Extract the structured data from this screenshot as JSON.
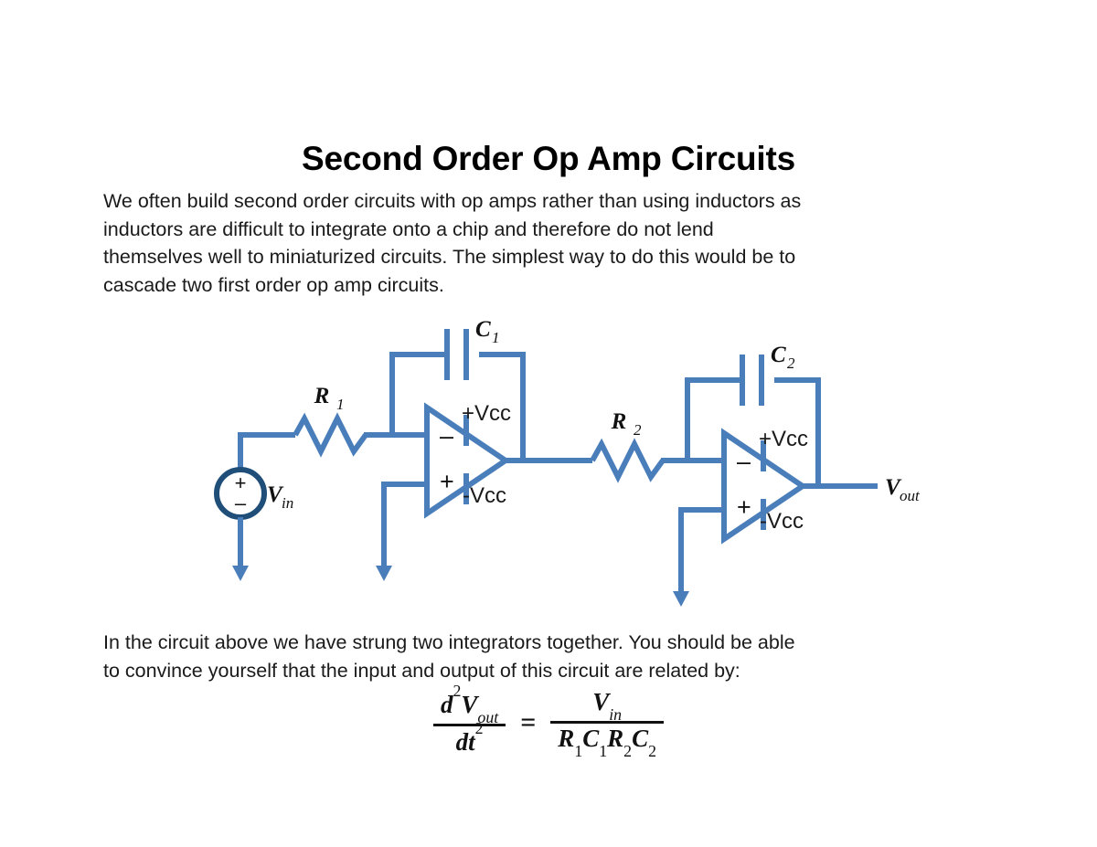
{
  "document": {
    "title": "Second Order Op Amp Circuits",
    "background_color": "#ffffff",
    "text_color": "#1a1a1a"
  },
  "intro_paragraph": {
    "line1": "We often build second order circuits with op amps rather than using inductors as",
    "line2": "inductors are difficult to integrate onto a chip and therefore do not lend",
    "line3": "themselves well to miniaturized circuits.  The simplest way to do this would be to",
    "line4": "cascade two first order op amp circuits."
  },
  "closing_paragraph": {
    "line1": "In the circuit above we have strung two integrators together.  You should be able",
    "line2": "to convince yourself that the input and output of this circuit are related by:"
  },
  "circuit": {
    "wire_color": "#4a7ebb",
    "source_color": "#1f4e79",
    "source": {
      "label": "V",
      "label_sub": "in",
      "plus_sign": "+",
      "minus_sign": "–"
    },
    "stage1": {
      "resistor_label": "R",
      "resistor_sub": "1",
      "capacitor_label": "C",
      "capacitor_sub": "1",
      "inverting_pin": "–",
      "noninverting_pin": "+",
      "supply_positive": "+Vcc",
      "supply_negative": "-Vcc"
    },
    "stage2": {
      "resistor_label": "R",
      "resistor_sub": "2",
      "capacitor_label": "C",
      "capacitor_sub": "2",
      "inverting_pin": "–",
      "noninverting_pin": "+",
      "supply_positive": "+Vcc",
      "supply_negative": "-Vcc"
    },
    "output": {
      "label": "V",
      "label_sub": "out"
    }
  },
  "equation": {
    "lhs_numerator_d": "d",
    "lhs_numerator_sup": "2",
    "lhs_numerator_v": "V",
    "lhs_numerator_sub": "out",
    "lhs_denominator_dt": "dt",
    "lhs_denominator_sup": "2",
    "equals": "=",
    "rhs_numerator_v": "V",
    "rhs_numerator_sub": "in",
    "rhs_denominator": "R₁C₁R₂C₂",
    "rhs_denominator_parts": [
      "R",
      "1",
      "C",
      "1",
      "R",
      "2",
      "C",
      "2"
    ]
  }
}
